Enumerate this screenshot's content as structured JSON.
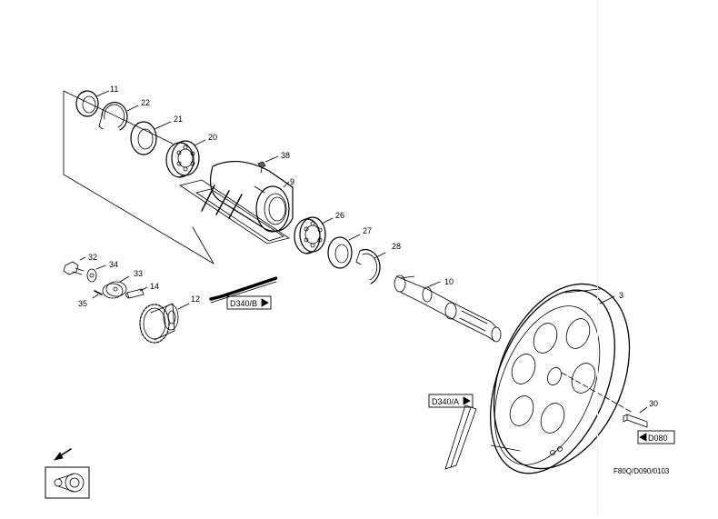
{
  "diagram": {
    "document_code": "F80Q/D090/0103",
    "part_numbers": [
      "11",
      "22",
      "21",
      "20",
      "38",
      "9",
      "26",
      "27",
      "28",
      "10",
      "3",
      "30",
      "32",
      "34",
      "33",
      "14",
      "35",
      "12"
    ],
    "cross_references": {
      "chain_ref": "D340/B",
      "belt_ref": "D340/A",
      "key_ref": "D080"
    },
    "icons": [
      "arrow-down-left-icon",
      "belt-drive-symbol-icon"
    ],
    "line_color": "#000000",
    "background_color": "#ffffff"
  }
}
